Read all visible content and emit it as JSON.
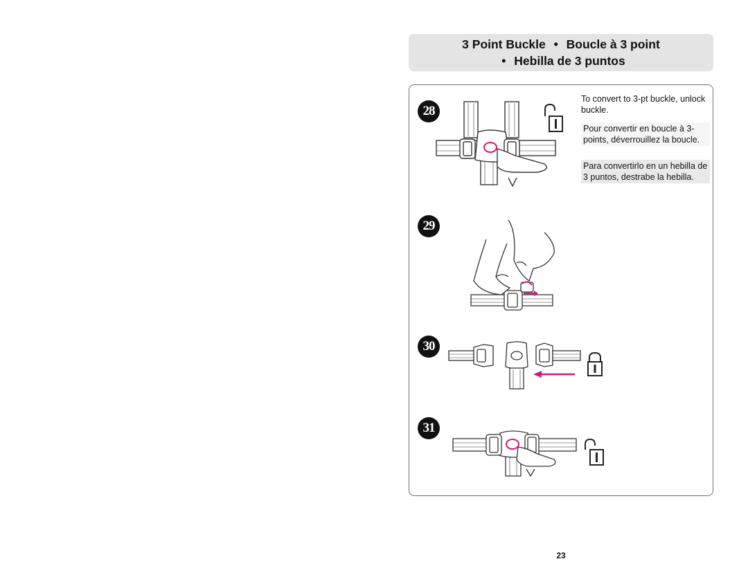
{
  "header": {
    "line1_part1": "3 Point Buckle",
    "bullet": "•",
    "line1_part2": "Boucle à 3 point",
    "line2": "Hebilla de 3 puntos"
  },
  "steps": [
    {
      "number": "28"
    },
    {
      "number": "29"
    },
    {
      "number": "30"
    },
    {
      "number": "31"
    }
  ],
  "instructions": {
    "en": "To convert to 3-pt buckle, unlock buckle.",
    "fr": "Pour convertir en boucle à 3-points, déverrouillez la boucle.",
    "es": "Para convertirlo en un hebilla de 3 puntos, destrabe la hebilla."
  },
  "colors": {
    "accent": "#d4177a",
    "line": "#333333",
    "header_bg": "#e4e4e4"
  },
  "icons": {
    "step28": "unlocked-padlock-icon",
    "step30": "locked-padlock-icon",
    "step31": "unlocked-padlock-icon"
  },
  "page_number": "23"
}
